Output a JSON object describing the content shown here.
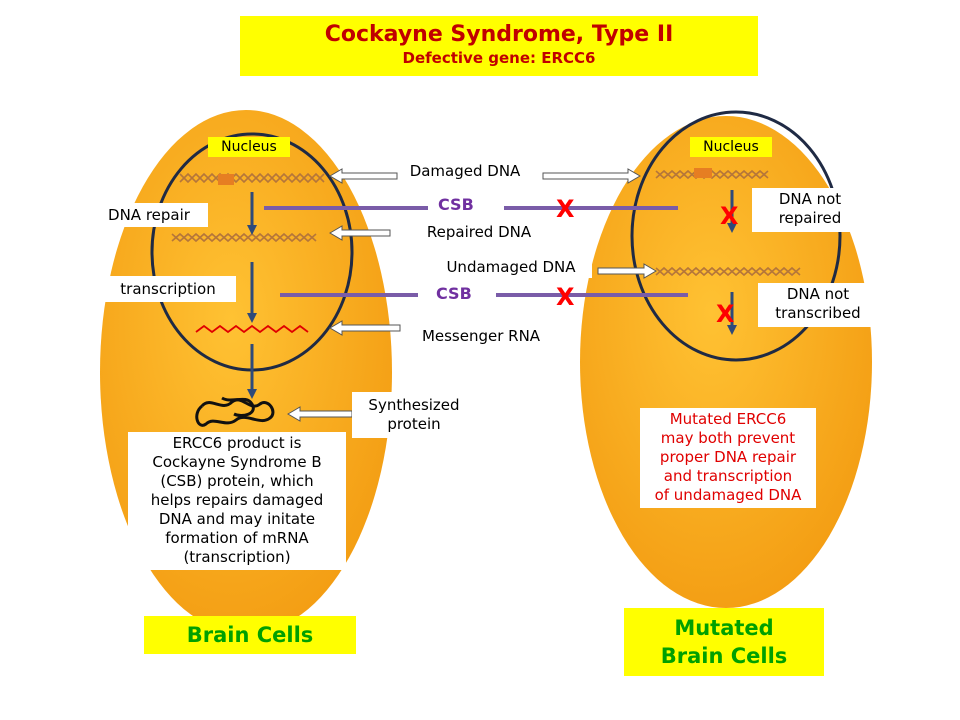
{
  "title": "Cockayne Syndrome, Type II",
  "subtitle": "Defective gene: ERCC6",
  "labels": {
    "nucleus_left": "Nucleus",
    "nucleus_right": "Nucleus",
    "damaged_dna": "Damaged DNA",
    "repaired_dna": "Repaired DNA",
    "undamaged_dna": "Undamaged DNA",
    "messenger_rna": "Messenger RNA",
    "synthesized_protein_1": "Synthesized",
    "synthesized_protein_2": "protein",
    "dna_repair": "DNA repair",
    "transcription": "transcription",
    "csb_top": "CSB",
    "csb_bottom": "CSB",
    "x_top": "X",
    "x_bottom": "X",
    "x_right_top": "X",
    "x_right_bottom": "X",
    "dna_not_repaired_1": "DNA not",
    "dna_not_repaired_2": "repaired",
    "dna_not_transcribed_1": "DNA not",
    "dna_not_transcribed_2": "transcribed"
  },
  "notes": {
    "left": [
      "ERCC6 product is",
      "Cockayne Syndrome B",
      "(CSB) protein, which",
      "helps repairs damaged",
      "DNA  and may initate",
      "formation of mRNA",
      "(transcription)"
    ],
    "right": [
      "Mutated ERCC6",
      "may both prevent",
      "proper DNA repair",
      "and transcription",
      "of undamaged DNA"
    ]
  },
  "captions": {
    "brain_cells": "Brain Cells",
    "mutated_1": "Mutated",
    "mutated_2": "Brain Cells"
  },
  "colors": {
    "cell_fill": "#f7a81b",
    "banner_fill": "#ffff00",
    "title_text": "#c00000",
    "csb_line": "#7a5ca8",
    "csb_text": "#7030a0",
    "x_mark": "#ff0000",
    "caption_text": "#00a000",
    "rna_strand": "#e00000",
    "flow_arrow": "#2e4a7a"
  }
}
